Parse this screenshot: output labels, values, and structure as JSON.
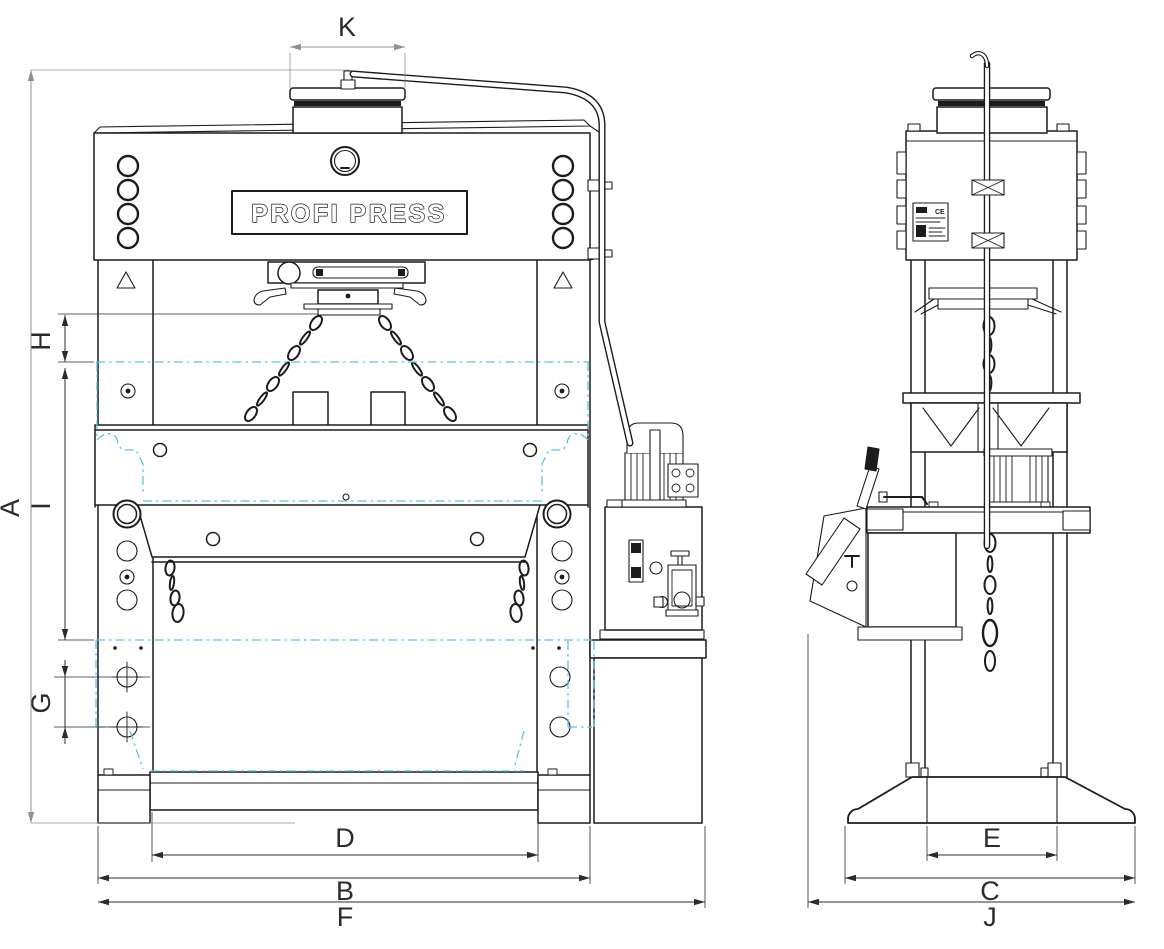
{
  "drawing": {
    "brand": "PROFI PRESS",
    "nameplate_ce": "CE",
    "dims": {
      "A": "A",
      "B": "B",
      "C": "C",
      "D": "D",
      "E": "E",
      "F": "F",
      "G": "G",
      "H": "H",
      "I": "I",
      "J": "J",
      "K": "K"
    },
    "colors": {
      "line": "#1c1c1c",
      "phantom": "#5cc3e3",
      "dim": "#2b2b2b",
      "dim_gray": "#919191",
      "background": "#ffffff"
    }
  }
}
